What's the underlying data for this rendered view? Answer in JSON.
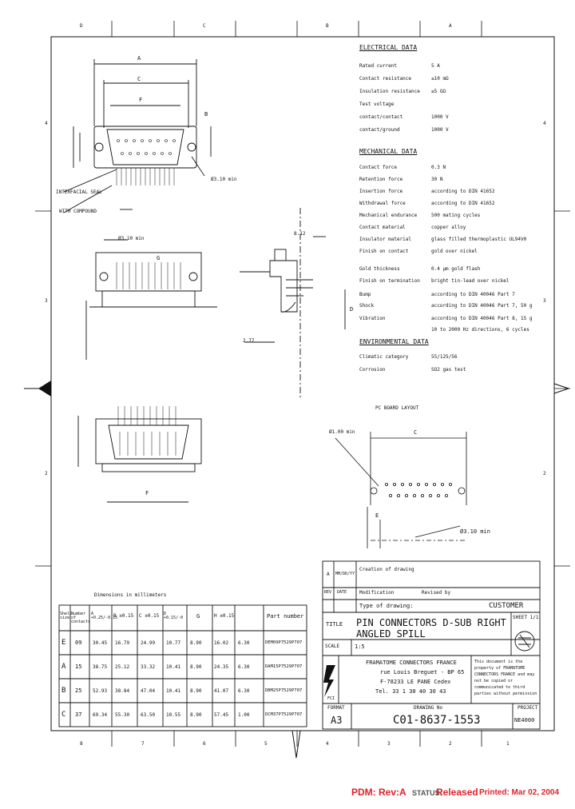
{
  "grid": {
    "top": [
      "D",
      "C",
      "B",
      "A"
    ],
    "side_left": [
      "4",
      "3",
      "2"
    ],
    "side_right": [
      "4",
      "3",
      "2"
    ],
    "bottom": [
      "8",
      "7",
      "6",
      "5",
      "4",
      "3",
      "2",
      "1"
    ]
  },
  "electrical": {
    "heading": "ELECTRICAL DATA",
    "rows": [
      {
        "label": "Rated current",
        "value": "5 A"
      },
      {
        "label": "Contact resistance",
        "value": "≤10 mΩ"
      },
      {
        "label": "Insulation resistance",
        "value": "≥5 GΩ"
      },
      {
        "label": "Test voltage",
        "value": ""
      },
      {
        "label": "contact/contact",
        "value": "1000 V"
      },
      {
        "label": "contact/ground",
        "value": "1000 V"
      }
    ]
  },
  "mechanical": {
    "heading": "MECHANICAL DATA",
    "rows": [
      {
        "label": "Contact force",
        "value": "0.3 N"
      },
      {
        "label": "Retention force",
        "value": "30 N"
      },
      {
        "label": "Insertion force",
        "value": "according to DIN 41652"
      },
      {
        "label": "Withdrawal force",
        "value": "according to DIN 41652"
      },
      {
        "label": "Mechanical endurance",
        "value": "500 mating cycles"
      },
      {
        "label": "Contact material",
        "value": "copper alloy"
      },
      {
        "label": "Insulator material",
        "value": "glass filled thermoplastic UL94V0"
      },
      {
        "label": "Finish on contact",
        "value": "gold over nickel"
      },
      {
        "label": "Gold thickness",
        "value": "0.4 µm gold flash"
      },
      {
        "label": "Finish on termination",
        "value": "bright tin-lead over nickel"
      },
      {
        "label": "Bump",
        "value": "according to DIN 40046 Part 7"
      },
      {
        "label": "Shock",
        "value": "according to DIN 40046 Part 7, 50 g"
      },
      {
        "label": "Vibration",
        "value": "according to DIN 40046 Part 8, 15 g"
      },
      {
        "label": "",
        "value": "10 to 2000 Hz directions, 6 cycles"
      }
    ]
  },
  "environmental": {
    "heading": "ENVIRONMENTAL DATA",
    "rows": [
      {
        "label": "Climatic category",
        "value": "55/125/56"
      },
      {
        "label": "Corrosion",
        "value": "SO2 gas test"
      }
    ]
  },
  "drawing": {
    "pcb_title": "PC BOARD LAYOUT",
    "label_seal": "INTERFACIAL SEAL",
    "label_compound": "WITH COMPOUND",
    "dim_A": "A",
    "dim_B": "B",
    "dim_C": "C",
    "dim_D": "D",
    "dim_E": "E",
    "dim_F": "F",
    "dim_G": "G",
    "hole_dia": "Ø3.10 min",
    "hole_pin": "Ø1.00 min",
    "dim_pitch": "2.77",
    "dim_812": "8.12"
  },
  "dim_table": {
    "caption": "Dimensions in millimeters",
    "headers": [
      "Shell size",
      "Number of contacts",
      "A +0.25/-0.15",
      "B ±0.15",
      "C ±0.15",
      "D +0.15/-0",
      "G",
      "H ±0.15",
      "Part number"
    ],
    "rows": [
      {
        "shell": "E",
        "n": "09",
        "a": "30.45",
        "b": "16.79",
        "c": "24.99",
        "d": "10.77",
        "g": "8.90",
        "h": "16.02",
        "hh": "6.30",
        "pn": "DEM09P7529P707"
      },
      {
        "shell": "A",
        "n": "15",
        "a": "38.75",
        "b": "25.12",
        "c": "33.32",
        "d": "10.41",
        "g": "8.90",
        "h": "24.35",
        "hh": "6.30",
        "pn": "DAM15P7529P707"
      },
      {
        "shell": "B",
        "n": "25",
        "a": "52.93",
        "b": "38.84",
        "c": "47.04",
        "d": "10.41",
        "g": "8.90",
        "h": "41.07",
        "hh": "6.30",
        "pn": "DBM25P7529P707"
      },
      {
        "shell": "C",
        "n": "37",
        "a": "69.34",
        "b": "55.30",
        "c": "63.50",
        "d": "10.55",
        "g": "8.90",
        "h": "57.45",
        "hh": "1.00",
        "pn": "DCM37P7529P707"
      }
    ]
  },
  "title_block": {
    "revisions": [
      {
        "rev": "A",
        "num": "MM/DD/YY",
        "desc": "Creation of drawing"
      },
      {
        "rev": "REV",
        "num": "DATE",
        "desc": "Modification"
      }
    ],
    "type_label": "Type of drawing:",
    "type_value": "CUSTOMER",
    "revised_by": "Revised by",
    "title_prefix": "TITLE",
    "title": "PIN CONNECTORS D-SUB RIGHT ANGLED SPILL",
    "sheet": "SHEET 1/1",
    "scale_label": "SCALE",
    "scale_value": "1:5",
    "company_name": "FRAMATOME CONNECTORS FRANCE",
    "company_addr1": "rue Louis Breguet - BP 65",
    "company_addr2": "F-78233 LE PANE Cedex",
    "company_tel": "Tel. 33 1 30 40 30 43",
    "logo_text": "FCI",
    "confidential": "This document is the property of FRAMATOME CONNECTORS FRANCE and may not be copied or communicated to third parties without permission",
    "format_label": "FORMAT",
    "format_value": "A3",
    "drawing_no_label": "DRAWING No",
    "drawing_no": "C01-8637-1553",
    "project_label": "PROJECT",
    "project_value": "NE4000"
  },
  "status_bar": {
    "pdm": "PDM: Rev:A",
    "status_label": "STATUS:",
    "status_value": "Released",
    "printed": "Printed: Mar 02, 2004"
  },
  "colors": {
    "ink": "#111111",
    "status_red": "#e0202a"
  }
}
